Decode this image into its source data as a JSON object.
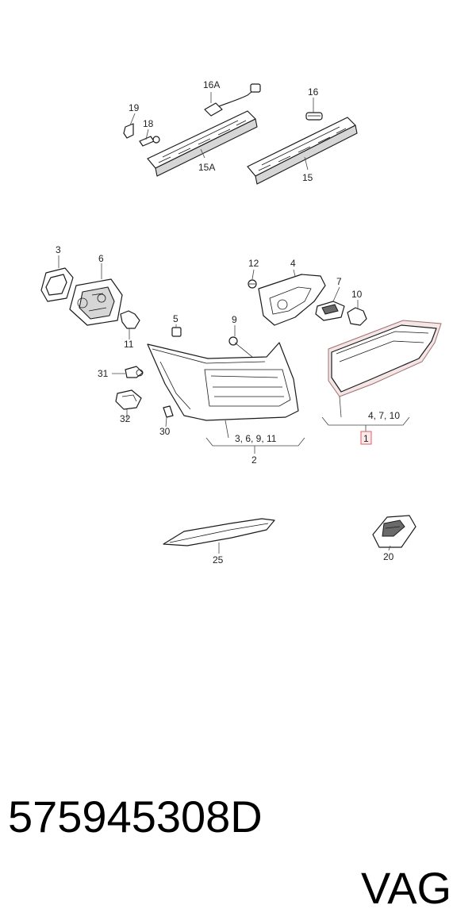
{
  "labels": {
    "p16a": "16A",
    "p19": "19",
    "p18": "18",
    "p15a": "15A",
    "p16": "16",
    "p15": "15",
    "p3": "3",
    "p6": "6",
    "p11": "11",
    "p12": "12",
    "p4": "4",
    "p7": "7",
    "p10": "10",
    "p5": "5",
    "p9": "9",
    "p31": "31",
    "p32": "32",
    "p30": "30",
    "group2_items": "3, 6, 9,  11",
    "p2": "2",
    "group1_items": "4, 7, 10",
    "p1": "1",
    "p25": "25",
    "p20": "20"
  },
  "highlight_color": "#e06060",
  "footer": {
    "part_number": "575945308D",
    "brand": "VAG"
  }
}
